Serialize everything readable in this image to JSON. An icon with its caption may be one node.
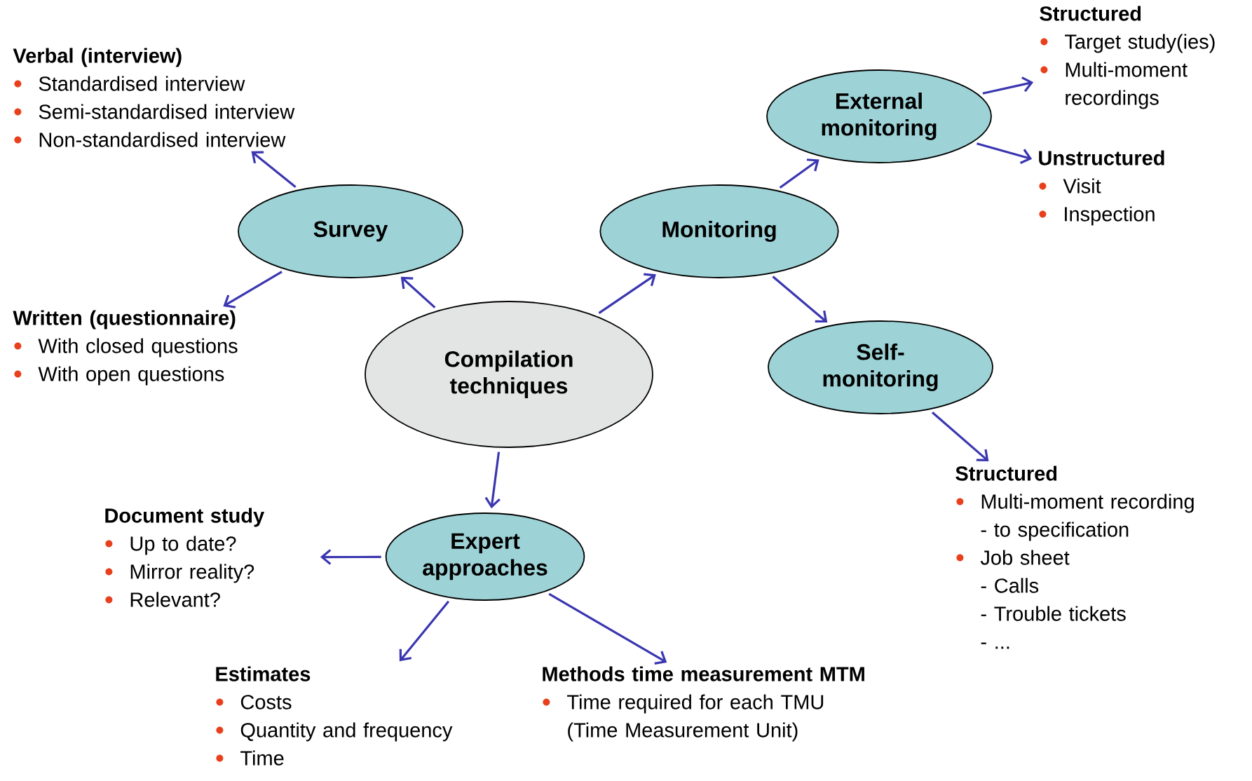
{
  "diagram": {
    "nodes": [
      {
        "text": [
          "Verbal (interview)",
          "Standardised interview",
          "Semi-standardised interview",
          "Non-standardised interview"
        ]
      },
      {
        "text": [
          "Structured",
          "Target study(ies)",
          "Multi-moment recordings"
        ]
      },
      {
        "text": [
          "External monitoring"
        ]
      },
      {
        "text": [
          "Unstructured",
          "Visit",
          "Inspection"
        ]
      },
      {
        "text": [
          "Survey"
        ]
      },
      {
        "text": [
          "Monitoring"
        ]
      },
      {
        "text": [
          "Written (questionnaire)",
          "With closed questions",
          "With open questions"
        ]
      },
      {
        "text": [
          "Compilation techniques"
        ]
      },
      {
        "text": [
          "Self-monitoring"
        ]
      },
      {
        "text": [
          "Structured",
          "Multi-moment recording",
          "- to specification",
          "Job sheet",
          "- Calls",
          "- Trouble tickets",
          "- ..."
        ]
      },
      {
        "text": [
          "Document study",
          "Up to date?",
          "Mirror reality?",
          "Relevant?"
        ]
      },
      {
        "text": [
          "Expert approaches"
        ]
      },
      {
        "text": [
          "Estimates",
          "Costs",
          "Quantity and frequency",
          "Time"
        ]
      },
      {
        "text": [
          "Methods time measurement MTM",
          "Time required for each TMU (Time Measurement Unit)"
        ]
      }
    ],
    "edges": [
      {
        "from": 7,
        "to": 4,
        "arrow": "to"
      },
      {
        "from": 4,
        "to": 0,
        "arrow": "to"
      },
      {
        "from": 4,
        "to": 6,
        "arrow": "to"
      },
      {
        "from": 7,
        "to": 5,
        "arrow": "to"
      },
      {
        "from": 5,
        "to": 2,
        "arrow": "to"
      },
      {
        "from": 5,
        "to": 8,
        "arrow": "to"
      },
      {
        "from": 2,
        "to": 1,
        "arrow": "to"
      },
      {
        "from": 2,
        "to": 3,
        "arrow": "to"
      },
      {
        "from": 8,
        "to": 9,
        "arrow": "to"
      },
      {
        "from": 7,
        "to": 11,
        "arrow": "to"
      },
      {
        "from": 11,
        "to": 10,
        "arrow": "to"
      },
      {
        "from": 11,
        "to": 12,
        "arrow": "to"
      },
      {
        "from": 11,
        "to": 13,
        "arrow": "to"
      }
    ]
  }
}
